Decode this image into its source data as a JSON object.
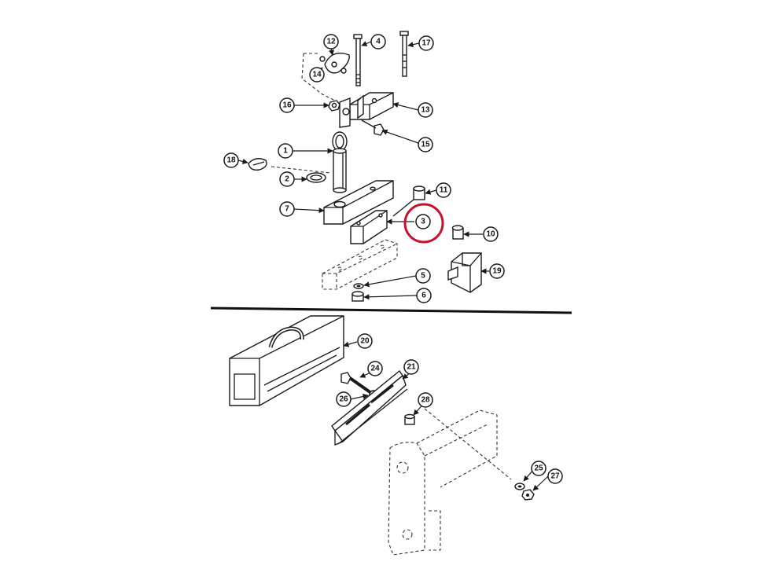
{
  "colors": {
    "ink": "#1a1a1a",
    "highlight": "#c8102e",
    "background": "#ffffff"
  },
  "callouts": {
    "c1": "1",
    "c2": "2",
    "c3": "3",
    "c4": "4",
    "c5": "5",
    "c6": "6",
    "c7": "7",
    "c10": "10",
    "c11": "11",
    "c12": "12",
    "c13": "13",
    "c14": "14",
    "c15": "15",
    "c16": "16",
    "c17": "17",
    "c18": "18",
    "c19": "19",
    "c20": "20",
    "c21": "21",
    "c24": "24",
    "c25": "25",
    "c26": "26",
    "c27": "27",
    "c28": "28"
  },
  "highlighted_callout": "3"
}
